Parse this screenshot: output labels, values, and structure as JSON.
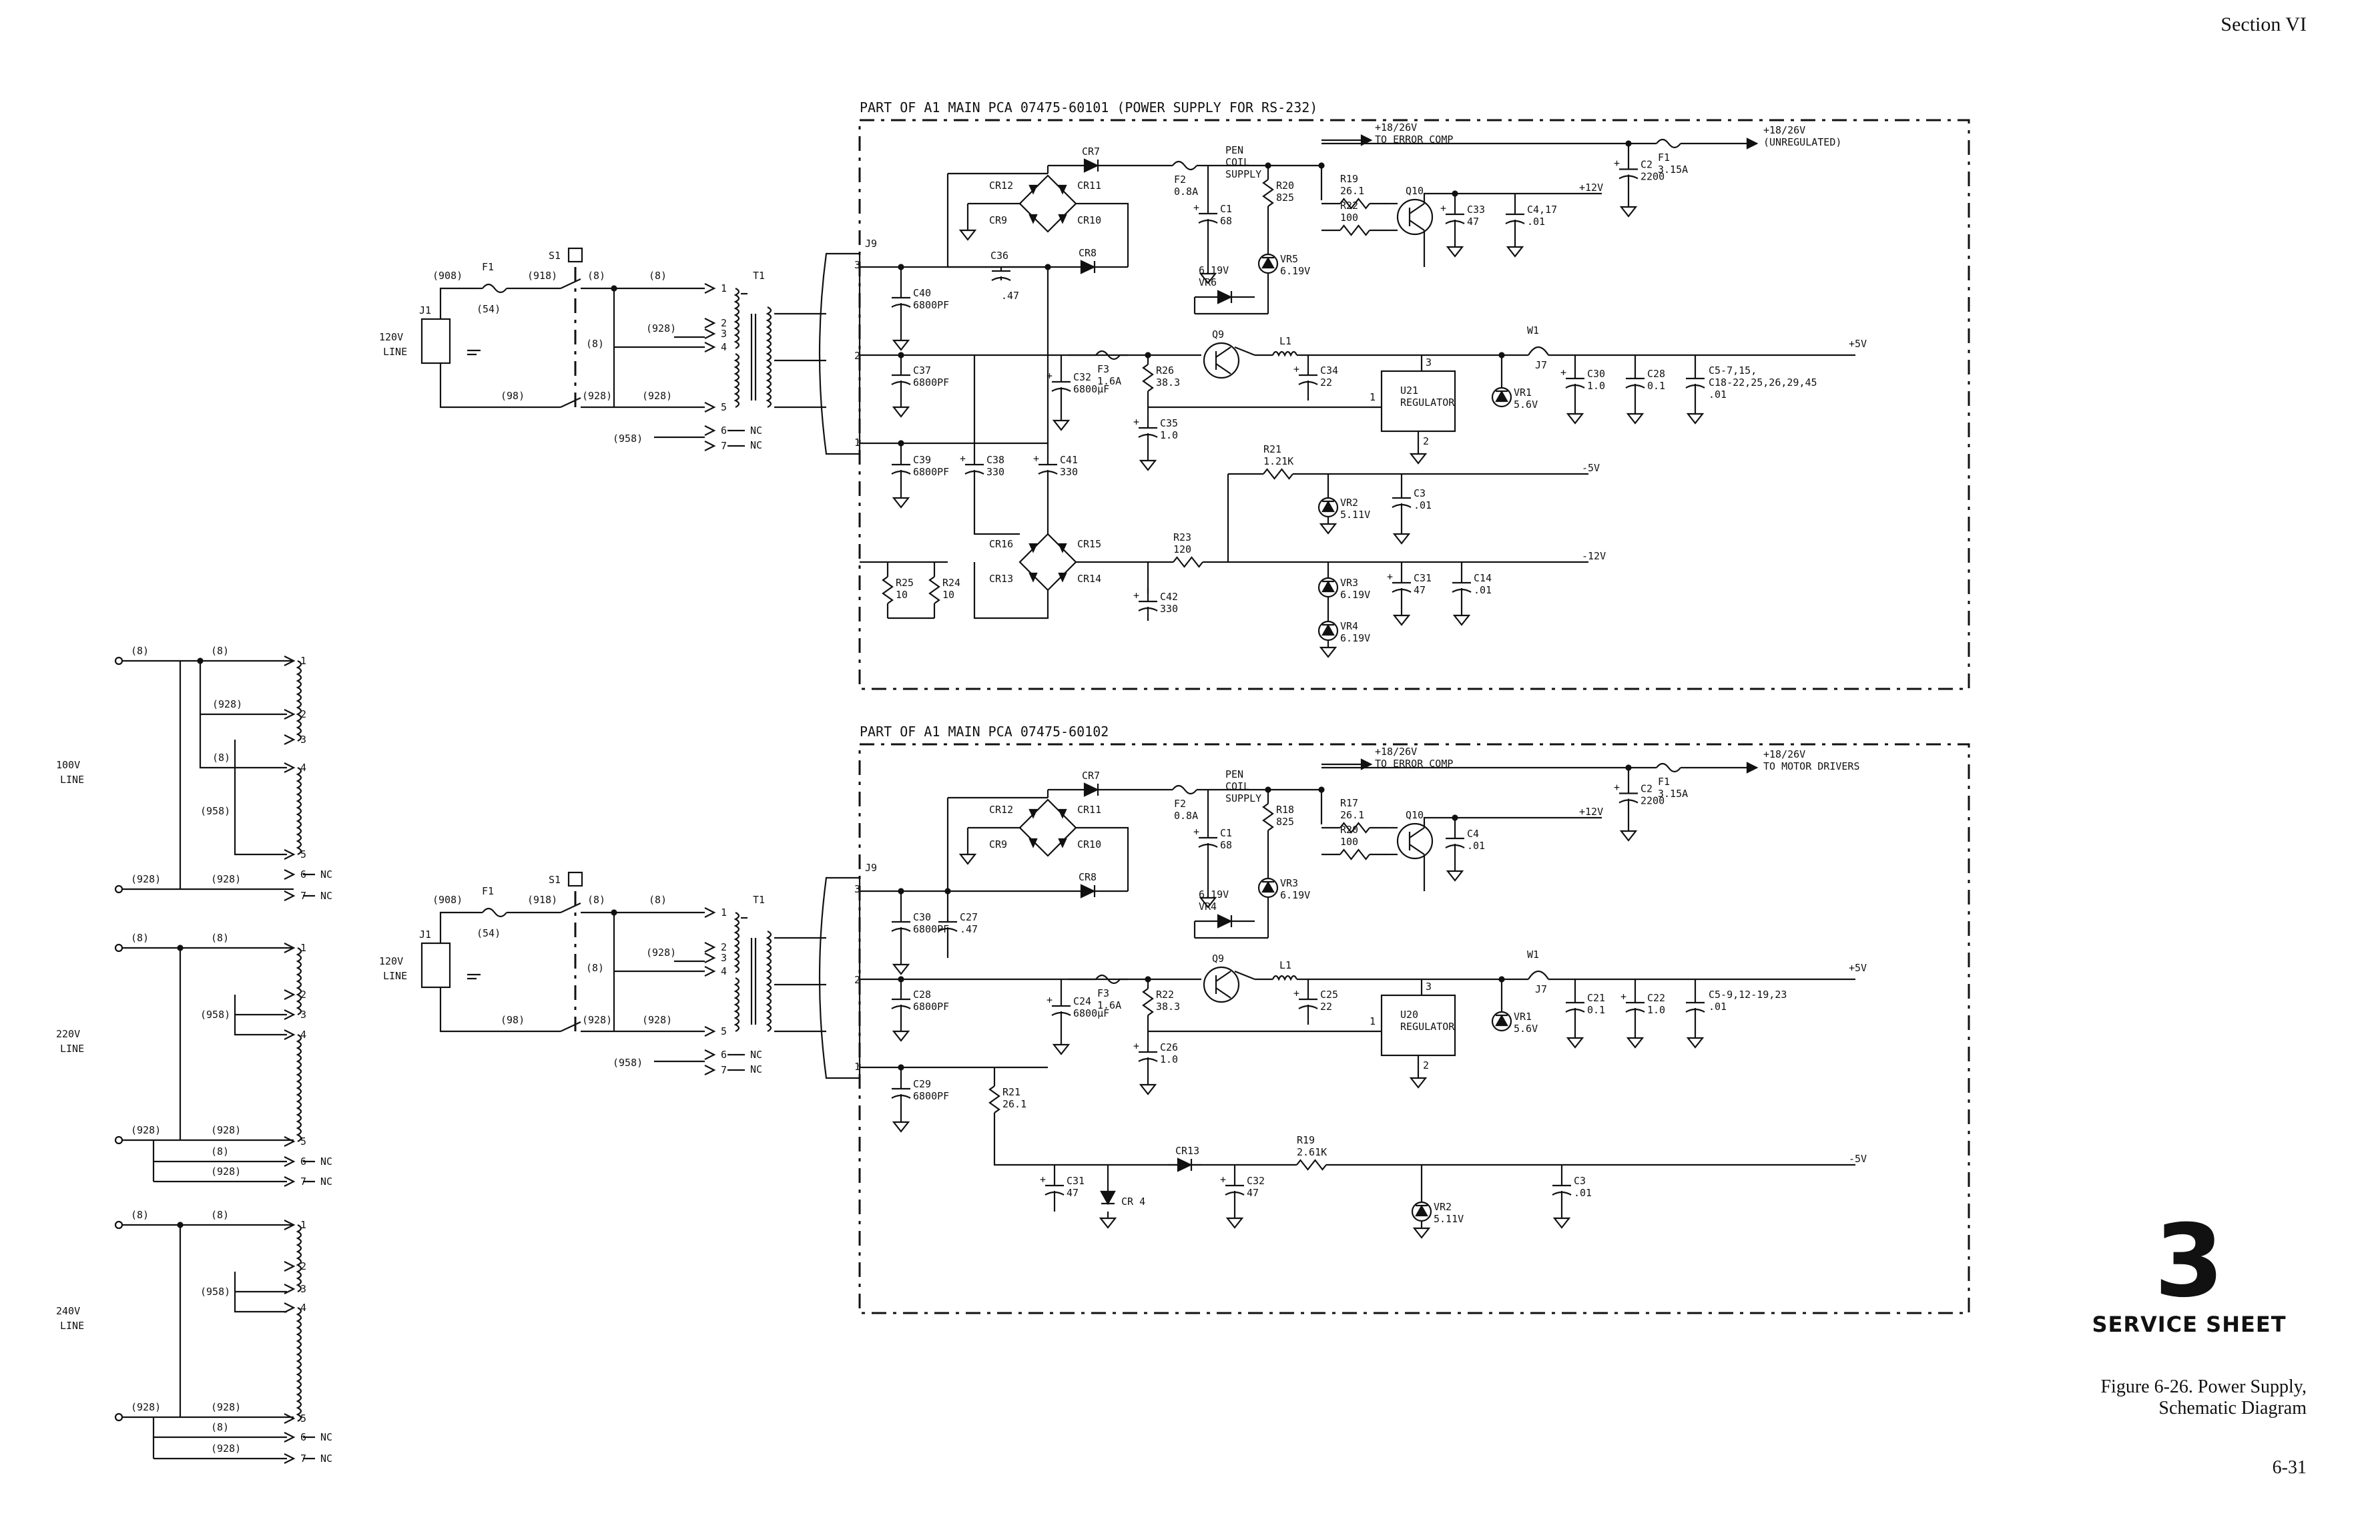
{
  "header": {
    "section": "Section VI"
  },
  "service_sheet": {
    "number": "3",
    "label": "SERVICE SHEET"
  },
  "caption": {
    "line1": "Figure 6-26.  Power Supply,",
    "line2": "Schematic Diagram"
  },
  "page_number": "6-31",
  "top_board": {
    "title": "PART  OF  A1  MAIN  PCA  07475-60101  (POWER SUPPLY FOR RS-232)",
    "labels": {
      "line": [
        "120V",
        "LINE"
      ],
      "wires": [
        "(908)",
        "(918)",
        "(8)",
        "(8)",
        "(928)",
        "(8)",
        "(98)",
        "(928)",
        "(928)",
        "(958)",
        "(54)"
      ],
      "j1": "J1",
      "f1_in": "F1",
      "s1": "S1",
      "t1": "T1",
      "j9": "J9",
      "taps": [
        "1",
        "2",
        "3",
        "4",
        "5",
        "6",
        "7"
      ],
      "nc": "NC",
      "pins": [
        "3",
        "2",
        "1"
      ],
      "c40": [
        "C40",
        "6800PF"
      ],
      "c37": [
        "C37",
        "6800PF"
      ],
      "c39": [
        "C39",
        "6800PF"
      ],
      "c36": [
        "C36",
        ".47"
      ],
      "c38": [
        "C38",
        "330"
      ],
      "c41": [
        "C41",
        "330"
      ],
      "cr7": "CR7",
      "cr12": "CR12",
      "cr11": "CR11",
      "cr9": "CR9",
      "cr10": "CR10",
      "cr8": "CR8",
      "cr16": "CR16",
      "cr15": "CR15",
      "cr13": "CR13",
      "cr14": "CR14",
      "f2": [
        "F2",
        "0.8A"
      ],
      "pen": [
        "PEN",
        "COIL",
        "SUPPLY"
      ],
      "c1": [
        "C1",
        "68"
      ],
      "r20": [
        "R20",
        "825"
      ],
      "vr6": [
        "VR6",
        "6.19V"
      ],
      "vr5": [
        "VR5",
        "6.19V"
      ],
      "err": [
        "+18/26V",
        "TO ERROR COMP"
      ],
      "r19": [
        "R19",
        "26.1"
      ],
      "r22": [
        "R22",
        "100"
      ],
      "q10": "Q10",
      "c33": [
        "C33",
        "47"
      ],
      "c417": [
        "C4,17",
        ".01"
      ],
      "p12": "+12V",
      "f1": [
        "F1",
        "3.15A"
      ],
      "unreg": [
        "+18/26V",
        "(UNREGULATED)"
      ],
      "c2": [
        "C2",
        "2200"
      ],
      "f3": [
        "F3",
        "1.6A"
      ],
      "c32": [
        "C32",
        "6800µF"
      ],
      "r26": [
        "R26",
        "38.3"
      ],
      "c35": [
        "C35",
        "1.0"
      ],
      "q9": "Q9",
      "l1": "L1",
      "c34": [
        "C34",
        "22"
      ],
      "u": [
        "U21",
        "REGULATOR"
      ],
      "w1": "W1",
      "j7": "J7",
      "vr1": [
        "VR1",
        "5.6V"
      ],
      "c30": [
        "C30",
        "1.0"
      ],
      "c28": [
        "C28",
        "0.1"
      ],
      "c5": [
        "C5-7,15,",
        "C18-22,25,26,29,45",
        ".01"
      ],
      "p5": "+5V",
      "r21": [
        "R21",
        "1.21K"
      ],
      "n5": "-5V",
      "vr2": [
        "VR2",
        "5.11V"
      ],
      "c3": [
        "C3",
        ".01"
      ],
      "r23": [
        "R23",
        "120"
      ],
      "n12": "-12V",
      "r25": [
        "R25",
        "10"
      ],
      "r24": [
        "R24",
        "10"
      ],
      "c42": [
        "C42",
        "330"
      ],
      "vr3": [
        "VR3",
        "6.19V"
      ],
      "vr4": [
        "VR4",
        "6.19V"
      ],
      "c31": [
        "C31",
        "47"
      ],
      "c14": [
        "C14",
        ".01"
      ]
    }
  },
  "bottom_board": {
    "title": "PART  OF  A1  MAIN  PCA  07475-60102",
    "labels": {
      "line": [
        "120V",
        "LINE"
      ],
      "wires": [
        "(908)",
        "(918)",
        "(8)",
        "(8)",
        "(928)",
        "(8)",
        "(98)",
        "(928)",
        "(928)",
        "(958)",
        "(54)"
      ],
      "j1": "J1",
      "f1_in": "F1",
      "s1": "S1",
      "t1": "T1",
      "j9": "J9",
      "taps": [
        "1",
        "2",
        "3",
        "4",
        "5",
        "6",
        "7"
      ],
      "nc": "NC",
      "pins": [
        "3",
        "2",
        "1"
      ],
      "c30": [
        "C30",
        "6800PF"
      ],
      "c28": [
        "C28",
        "6800PF"
      ],
      "c29": [
        "C29",
        "6800PF"
      ],
      "c27": [
        "C27",
        ".47"
      ],
      "cr7": "CR7",
      "cr12": "CR12",
      "cr11": "CR11",
      "cr9": "CR9",
      "cr10": "CR10",
      "cr8": "CR8",
      "f2": [
        "F2",
        "0.8A"
      ],
      "pen": [
        "PEN",
        "COIL",
        "SUPPLY"
      ],
      "c1": [
        "C1",
        "68"
      ],
      "r18": [
        "R18",
        "825"
      ],
      "vr4": [
        "VR4",
        "6.19V"
      ],
      "vr3": [
        "VR3",
        "6.19V"
      ],
      "err": [
        "+18/26V",
        "TO ERROR COMP"
      ],
      "r17": [
        "R17",
        "26.1"
      ],
      "r20": [
        "R20",
        "100"
      ],
      "q10": "Q10",
      "c4": [
        "C4",
        ".01"
      ],
      "p12": "+12V",
      "f1": [
        "F1",
        "3.15A"
      ],
      "motor": [
        "+18/26V",
        "TO MOTOR DRIVERS"
      ],
      "c2": [
        "C2",
        "2200"
      ],
      "f3": [
        "F3",
        "1.6A"
      ],
      "c24": [
        "C24",
        "6800µF"
      ],
      "r22": [
        "R22",
        "38.3"
      ],
      "c26": [
        "C26",
        "1.0"
      ],
      "q9": "Q9",
      "l1": "L1",
      "c25": [
        "C25",
        "22"
      ],
      "u": [
        "U20",
        "REGULATOR"
      ],
      "w1": "W1",
      "j7": "J7",
      "vr1": [
        "VR1",
        "5.6V"
      ],
      "c21": [
        "C21",
        "0.1"
      ],
      "c22": [
        "C22",
        "1.0"
      ],
      "c5": [
        "C5-9,12-19,23",
        ".01"
      ],
      "p5": "+5V",
      "r21": [
        "R21",
        "26.1"
      ],
      "c31": [
        "C31",
        "47"
      ],
      "cr13": "CR13",
      "cr4": "CR 4",
      "c32": [
        "C32",
        "47"
      ],
      "r19": [
        "R19",
        "2.61K"
      ],
      "vr2": [
        "VR2",
        "5.11V"
      ],
      "c3": [
        "C3",
        ".01"
      ],
      "n5": "-5V"
    }
  },
  "left_panels": [
    {
      "line": [
        "100V",
        "LINE"
      ],
      "wires": [
        "(8)",
        "(8)",
        "(928)",
        "(8)",
        "(958)",
        "(928)",
        "(928)"
      ],
      "taps": [
        "1",
        "2",
        "3",
        "4",
        "5",
        "6",
        "7"
      ],
      "nc": "NC"
    },
    {
      "line": [
        "220V",
        "LINE"
      ],
      "wires": [
        "(8)",
        "(8)",
        "(958)",
        "(928)",
        "(928)",
        "(8)",
        "(928)"
      ],
      "taps": [
        "1",
        "2",
        "3",
        "4",
        "5",
        "6",
        "7"
      ],
      "nc": "NC"
    },
    {
      "line": [
        "240V",
        "LINE"
      ],
      "wires": [
        "(8)",
        "(8)",
        "(958)",
        "(928)",
        "(928)",
        "(8)",
        "(928)"
      ],
      "taps": [
        "1",
        "2",
        "3",
        "4",
        "5",
        "6",
        "7"
      ],
      "nc": "NC"
    }
  ]
}
